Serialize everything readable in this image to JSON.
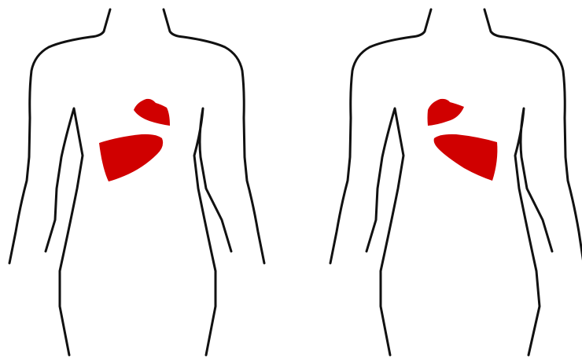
{
  "colors": {
    "background": "#ffffff",
    "outline": "#111111",
    "organ_fill": "#d00000"
  },
  "figures": [
    {
      "id": "left-figure",
      "outline_icon": "torso-outline",
      "organs": [
        "upper-organ",
        "lower-organ"
      ]
    },
    {
      "id": "right-figure",
      "outline_icon": "torso-outline",
      "organs": [
        "upper-organ",
        "lower-organ"
      ],
      "mirrored_organs": true
    }
  ]
}
